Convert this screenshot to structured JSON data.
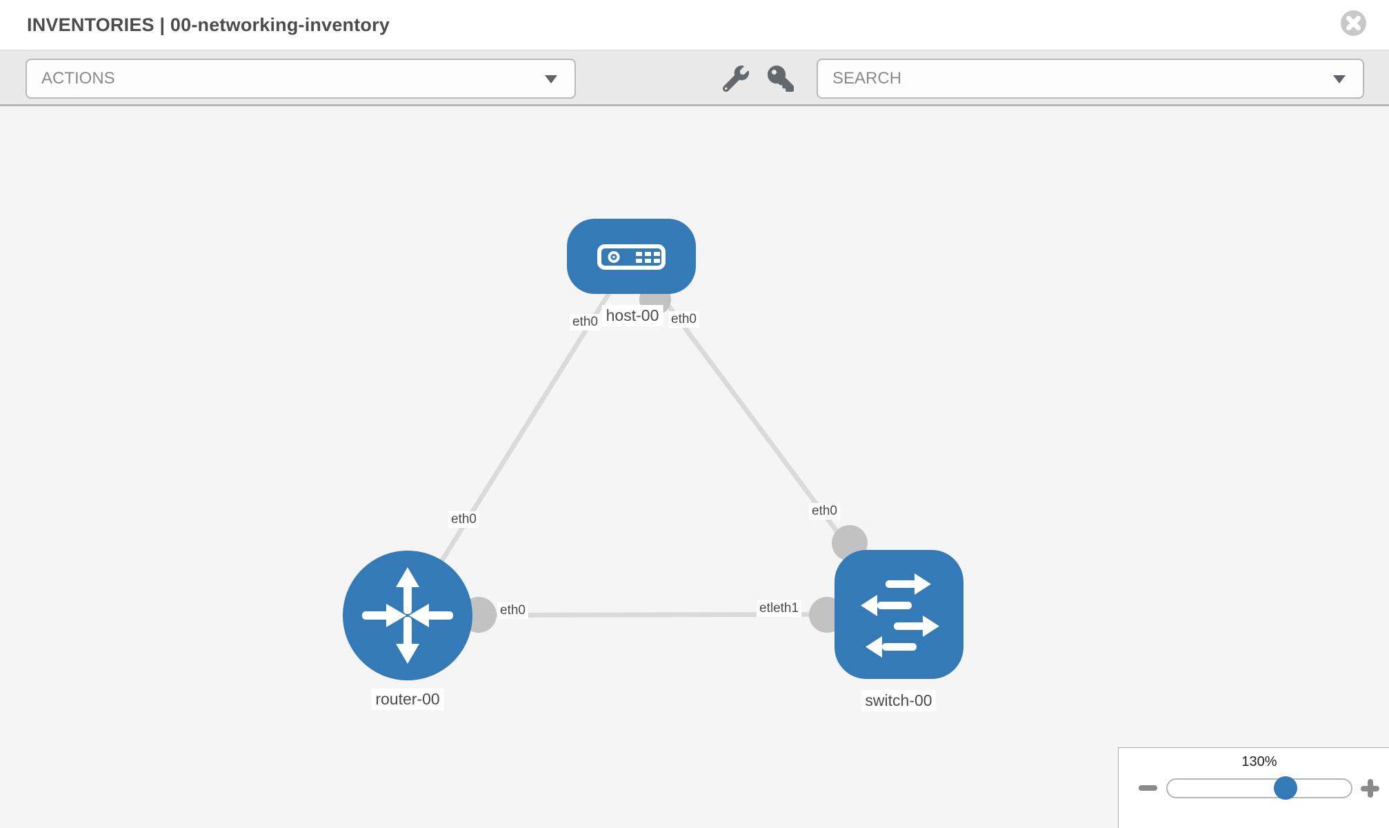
{
  "header": {
    "title": "INVENTORIES | 00-networking-inventory"
  },
  "toolbar": {
    "actions_dropdown": {
      "label": "ACTIONS"
    },
    "search_dropdown": {
      "placeholder": "SEARCH"
    }
  },
  "icons": {
    "close": "circle-x-icon",
    "wrench": "wrench-icon",
    "key": "key-icon",
    "actions_caret": "chevron-down-icon",
    "search_caret": "chevron-down-icon",
    "zoom_out": "minus-icon",
    "zoom_in": "plus-icon"
  },
  "topology": {
    "nodes": [
      {
        "label": "host-00",
        "type": "host"
      },
      {
        "label": "router-00",
        "type": "router"
      },
      {
        "label": "switch-00",
        "type": "switch"
      }
    ],
    "links": [
      {
        "from": "host-00",
        "to": "router-00"
      },
      {
        "from": "host-00",
        "to": "switch-00"
      },
      {
        "from": "router-00",
        "to": "switch-00"
      }
    ],
    "interface_labels": [
      "eth0",
      "eth0",
      "eth0",
      "eth0",
      "eth0",
      "etleth1"
    ]
  },
  "zoom_control": {
    "level": "130%"
  },
  "colors": {
    "node_blue": "#337ab7",
    "link_gray": "#dadada",
    "port_gray": "#c2c2c2",
    "canvas_bg": "#f5f5f5",
    "toolbar_bg": "#e9e9e9"
  }
}
